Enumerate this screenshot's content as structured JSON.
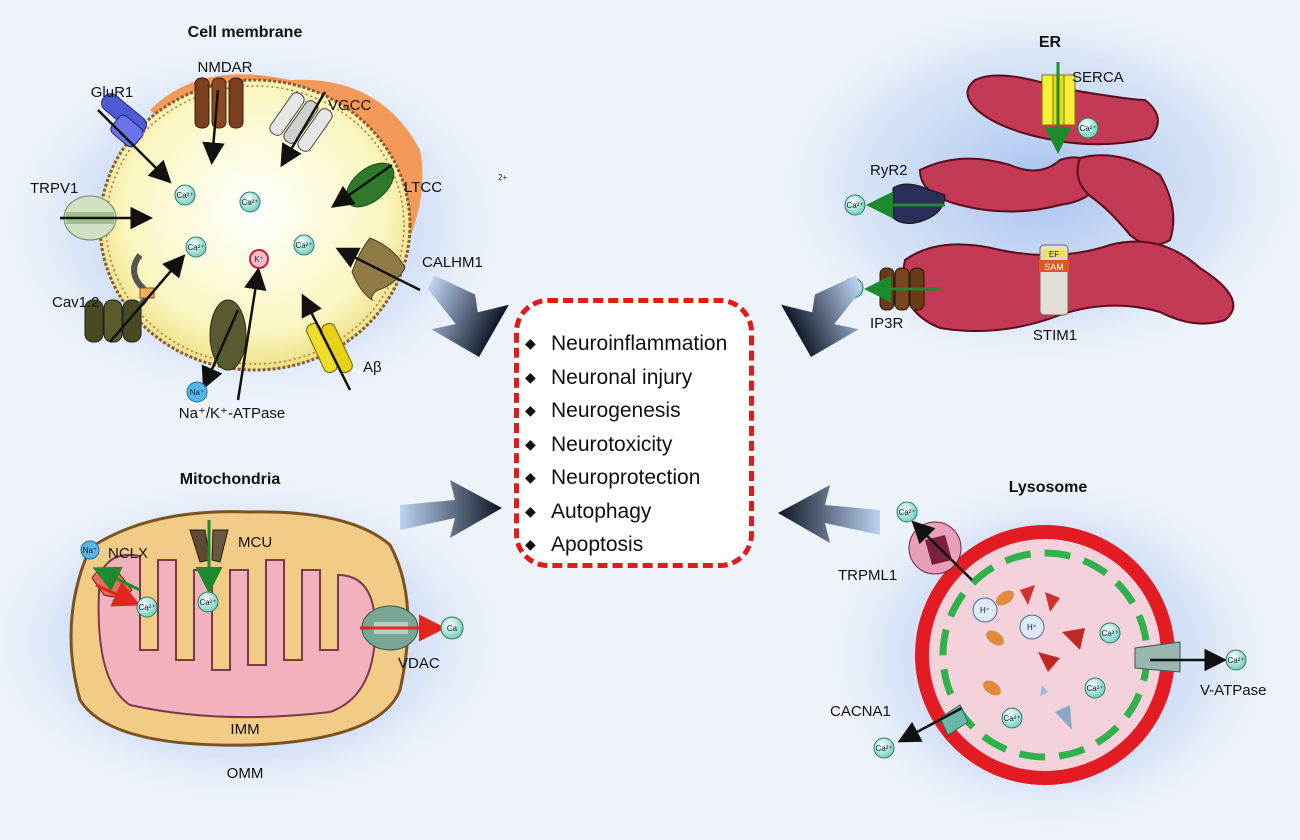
{
  "compartments": {
    "cell_membrane": {
      "title": "Cell membrane",
      "channels": [
        "NMDAR",
        "GluR1",
        "VGCC",
        "LTCC",
        "TRPV1",
        "CALHM1",
        "Cav1.2",
        "Aβ"
      ],
      "pump": "Na⁺/K⁺-ATPase",
      "ions": [
        "Ca²⁺",
        "K⁺",
        "Na⁺"
      ],
      "stray_mark": "2+"
    },
    "er": {
      "title": "ER",
      "channels": [
        "SERCA",
        "RyR2",
        "IP3R",
        "STIM1"
      ],
      "domains": [
        "SAM",
        "EF"
      ]
    },
    "mitochondria": {
      "title": "Mitochondria",
      "channels": [
        "NCLX",
        "MCU",
        "VDAC"
      ],
      "membranes": [
        "IMM",
        "OMM"
      ],
      "vdac_ion": "Ca"
    },
    "lysosome": {
      "title": "Lysosome",
      "channels": [
        "TRPML1",
        "V-ATPase",
        "CACNA1"
      ],
      "ions": [
        "H⁺"
      ]
    }
  },
  "outcomes": [
    "Neuroinflammation",
    "Neuronal injury",
    "Neurogenesis",
    "Neurotoxicity",
    "Neuroprotection",
    "Autophagy",
    "Apoptosis"
  ],
  "bullet_symbol": "◆",
  "colors": {
    "background": "#eef3fa",
    "outcome_border": "#e01b1b",
    "cell_fill": "#fbf7c2",
    "er_fill": "#c23a55",
    "mito_outer": "#f2cc86",
    "mito_inner": "#f1b2bd",
    "lysosome_ring": "#e31b23",
    "lysosome_dash": "#2fb24b",
    "ion_fill": "#b7ede0"
  }
}
